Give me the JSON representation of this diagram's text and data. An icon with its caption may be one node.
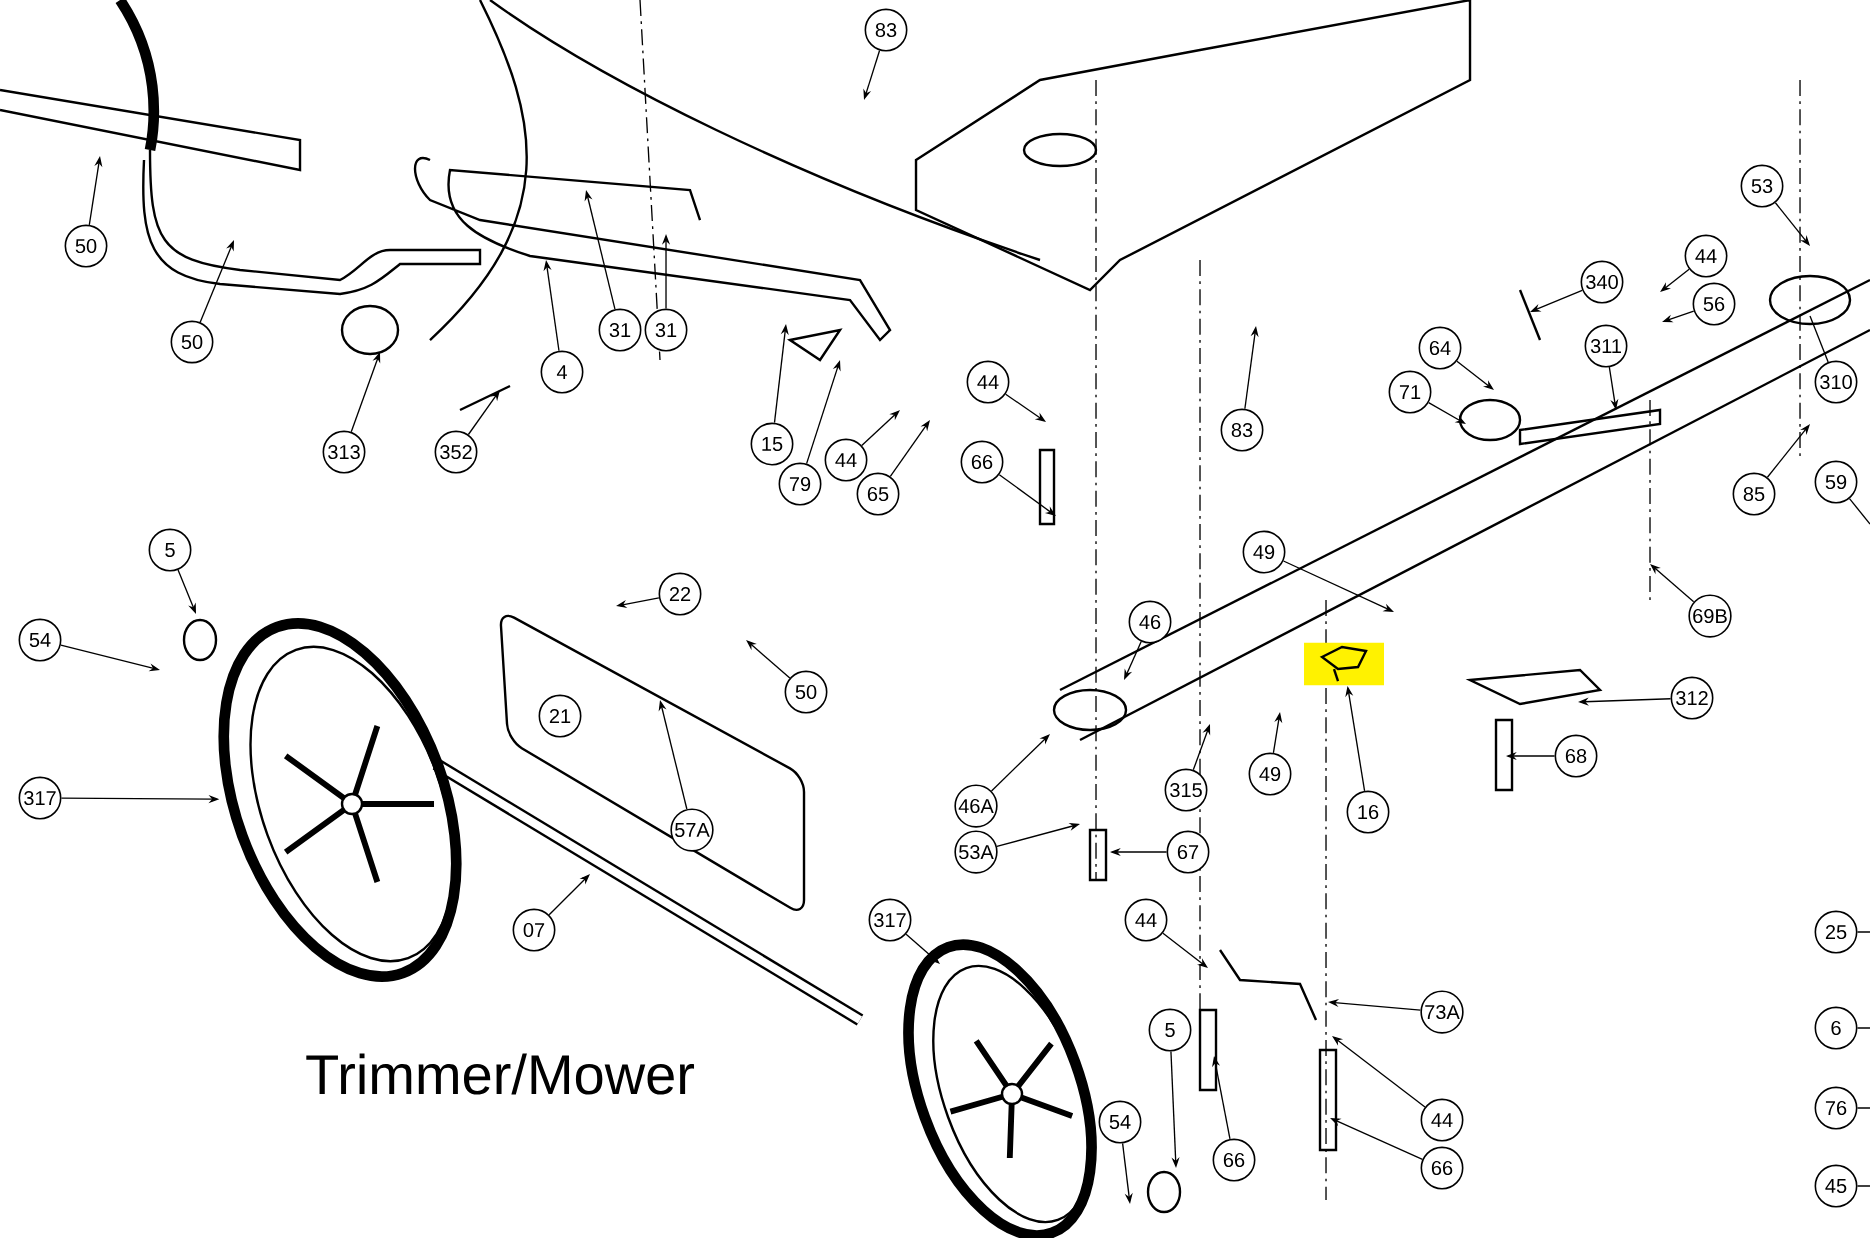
{
  "diagram": {
    "title": "Trimmer/Mower",
    "nodes": [
      {
        "text": [
          "83"
        ]
      },
      {
        "text": [
          "50"
        ]
      },
      {
        "text": [
          "50"
        ]
      },
      {
        "text": [
          "4"
        ]
      },
      {
        "text": [
          "31"
        ]
      },
      {
        "text": [
          "31"
        ]
      },
      {
        "text": [
          "313"
        ]
      },
      {
        "text": [
          "352"
        ]
      },
      {
        "text": [
          "15"
        ]
      },
      {
        "text": [
          "79"
        ]
      },
      {
        "text": [
          "44"
        ]
      },
      {
        "text": [
          "65"
        ]
      },
      {
        "text": [
          "83"
        ]
      },
      {
        "text": [
          "44"
        ]
      },
      {
        "text": [
          "66"
        ]
      },
      {
        "text": [
          "53"
        ]
      },
      {
        "text": [
          "44"
        ]
      },
      {
        "text": [
          "56"
        ]
      },
      {
        "text": [
          "340"
        ]
      },
      {
        "text": [
          "311"
        ]
      },
      {
        "text": [
          "64"
        ]
      },
      {
        "text": [
          "71"
        ]
      },
      {
        "text": [
          "310"
        ]
      },
      {
        "text": [
          "85"
        ]
      },
      {
        "text": [
          "59"
        ]
      },
      {
        "text": [
          "5"
        ]
      },
      {
        "text": [
          "54"
        ]
      },
      {
        "text": [
          "22"
        ]
      },
      {
        "text": [
          "50"
        ]
      },
      {
        "text": [
          "21"
        ]
      },
      {
        "text": [
          "57A"
        ]
      },
      {
        "text": [
          "317"
        ]
      },
      {
        "text": [
          "07"
        ]
      },
      {
        "text": [
          "317"
        ]
      },
      {
        "text": [
          "49"
        ]
      },
      {
        "text": [
          "46"
        ]
      },
      {
        "text": [
          "46A"
        ]
      },
      {
        "text": [
          "315"
        ]
      },
      {
        "text": [
          "49"
        ]
      },
      {
        "text": [
          "16"
        ]
      },
      {
        "text": [
          "69B"
        ]
      },
      {
        "text": [
          "312"
        ]
      },
      {
        "text": [
          "68"
        ]
      },
      {
        "text": [
          "53A"
        ]
      },
      {
        "text": [
          "67"
        ]
      },
      {
        "text": [
          "44"
        ]
      },
      {
        "text": [
          "73A"
        ]
      },
      {
        "text": [
          "44"
        ]
      },
      {
        "text": [
          "66"
        ]
      },
      {
        "text": [
          "66"
        ]
      },
      {
        "text": [
          "5"
        ]
      },
      {
        "text": [
          "54"
        ]
      },
      {
        "text": [
          "25"
        ]
      },
      {
        "text": [
          "6"
        ]
      },
      {
        "text": [
          "76"
        ]
      },
      {
        "text": [
          "45"
        ]
      },
      {
        "text": [],
        "shape": "picture"
      },
      {
        "text": [],
        "shape": "picture"
      },
      {
        "text": [],
        "shape": "picture"
      }
    ],
    "edges": [
      {
        "from": 0,
        "to": null,
        "arrow": "to"
      },
      {
        "from": 1,
        "to": null,
        "arrow": "to"
      },
      {
        "from": 2,
        "to": null,
        "arrow": "to"
      },
      {
        "from": 3,
        "to": null,
        "arrow": "to"
      },
      {
        "from": 4,
        "to": null,
        "arrow": "to"
      },
      {
        "from": 5,
        "to": null,
        "arrow": "to"
      },
      {
        "from": 6,
        "to": null,
        "arrow": "to"
      },
      {
        "from": 7,
        "to": null,
        "arrow": "to"
      },
      {
        "from": 8,
        "to": null,
        "arrow": "to"
      },
      {
        "from": 9,
        "to": null,
        "arrow": "to"
      },
      {
        "from": 10,
        "to": null,
        "arrow": "to"
      },
      {
        "from": 11,
        "to": null,
        "arrow": "to"
      },
      {
        "from": 12,
        "to": null,
        "arrow": "to"
      },
      {
        "from": 13,
        "to": null,
        "arrow": "to"
      },
      {
        "from": 14,
        "to": null,
        "arrow": "to"
      },
      {
        "from": 15,
        "to": null,
        "arrow": "to"
      },
      {
        "from": 16,
        "to": null,
        "arrow": "to"
      },
      {
        "from": 17,
        "to": null,
        "arrow": "to"
      },
      {
        "from": 18,
        "to": null,
        "arrow": "to"
      },
      {
        "from": 19,
        "to": null,
        "arrow": "to"
      },
      {
        "from": 20,
        "to": null,
        "arrow": "to"
      },
      {
        "from": 21,
        "to": null,
        "arrow": "to"
      },
      {
        "from": 22,
        "to": null,
        "arrow": "none"
      },
      {
        "from": 23,
        "to": null,
        "arrow": "to"
      },
      {
        "from": 24,
        "to": null,
        "arrow": "none"
      },
      {
        "from": 25,
        "to": null,
        "arrow": "to"
      },
      {
        "from": 26,
        "to": null,
        "arrow": "to"
      },
      {
        "from": 27,
        "to": null,
        "arrow": "to"
      },
      {
        "from": 28,
        "to": null,
        "arrow": "to"
      },
      {
        "from": 30,
        "to": null,
        "arrow": "to"
      },
      {
        "from": 31,
        "to": 57,
        "arrow": "to"
      },
      {
        "from": 32,
        "to": null,
        "arrow": "to"
      },
      {
        "from": 33,
        "to": 58,
        "arrow": "to"
      },
      {
        "from": 34,
        "to": null,
        "arrow": "to"
      },
      {
        "from": 35,
        "to": null,
        "arrow": "to"
      },
      {
        "from": 36,
        "to": null,
        "arrow": "to"
      },
      {
        "from": 37,
        "to": null,
        "arrow": "to"
      },
      {
        "from": 38,
        "to": null,
        "arrow": "to"
      },
      {
        "from": 39,
        "to": 56,
        "arrow": "to"
      },
      {
        "from": 40,
        "to": null,
        "arrow": "to"
      },
      {
        "from": 41,
        "to": null,
        "arrow": "to"
      },
      {
        "from": 42,
        "to": null,
        "arrow": "to"
      },
      {
        "from": 43,
        "to": null,
        "arrow": "to"
      },
      {
        "from": 44,
        "to": null,
        "arrow": "to"
      },
      {
        "from": 45,
        "to": null,
        "arrow": "to"
      },
      {
        "from": 46,
        "to": null,
        "arrow": "to"
      },
      {
        "from": 47,
        "to": null,
        "arrow": "to"
      },
      {
        "from": 48,
        "to": null,
        "arrow": "to"
      },
      {
        "from": 49,
        "to": null,
        "arrow": "to"
      },
      {
        "from": 50,
        "to": null,
        "arrow": "to"
      },
      {
        "from": 51,
        "to": null,
        "arrow": "to"
      },
      {
        "from": 52,
        "to": null,
        "arrow": "none"
      },
      {
        "from": 53,
        "to": null,
        "arrow": "none"
      },
      {
        "from": 54,
        "to": null,
        "arrow": "none"
      },
      {
        "from": 55,
        "to": null,
        "arrow": "none"
      }
    ]
  }
}
